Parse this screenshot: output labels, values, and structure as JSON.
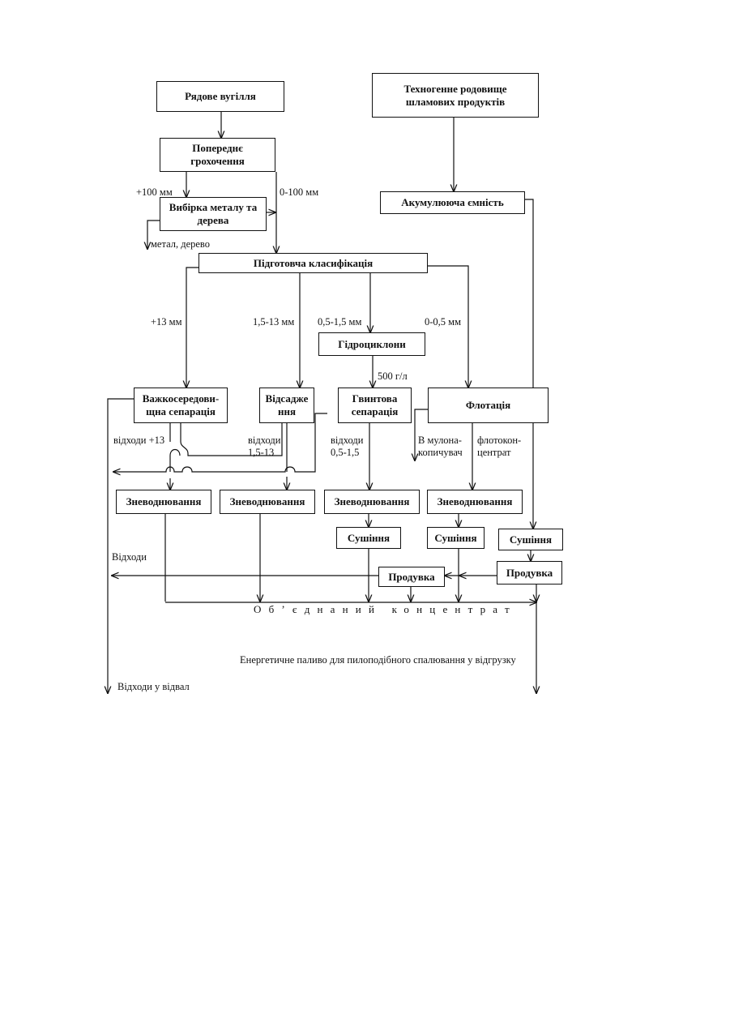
{
  "nodes": {
    "raw_coal": "Рядове вугілля",
    "tech_deposit": "Техногенне родовище\nшламових продуктів",
    "pre_screening": "Попереднє\nгрохочення",
    "metal_wood_pick": "Вибірка металу та\nдерева",
    "accum_tank": "Акумулююча ємність",
    "prep_classification": "Підготовча класифікація",
    "hydrocyclones": "Гідроциклони",
    "heavy_media": "Важкосередови-\nщна  сепарація",
    "jigging": "Відсадже\nння",
    "spiral": "Гвинтова\nсепарація",
    "flotation": "Флотація",
    "dewater_1": "Зневоднювання",
    "dewater_2": "Зневоднювання",
    "dewater_3": "Зневоднювання",
    "dewater_4": "Зневоднювання",
    "drying_1": "Сушіння",
    "drying_2": "Сушіння",
    "drying_3": "Сушіння",
    "blowing_1": "Продувка",
    "blowing_2": "Продувка"
  },
  "labels": {
    "plus100": "+100 мм",
    "range_0_100": "0-100 мм",
    "metal_wood": "метал, дерево",
    "plus13": "+13 мм",
    "range_1_5_13": "1,5-13 мм",
    "range_0_5_1_5": "0,5-1,5 мм",
    "range_0_0_5": "0-0,5 мм",
    "density_500": "500 г/л",
    "tails_plus13": "відходи +13",
    "tails_1_5_13": "відходи\n1,5-13",
    "tails_0_5_1_5": "відходи\n0,5-1,5",
    "to_mulon": "В мулона-\nкопичувач",
    "flotoconcentrate": "флотокон-\nцентрат",
    "tails": "Відходи",
    "combined_concentrate": "Об’єднаний концентрат",
    "energy_fuel": "Енергетичне паливо для пилоподібного спалювання у відгрузку",
    "tails_to_dump": "Відходи у відвал"
  }
}
